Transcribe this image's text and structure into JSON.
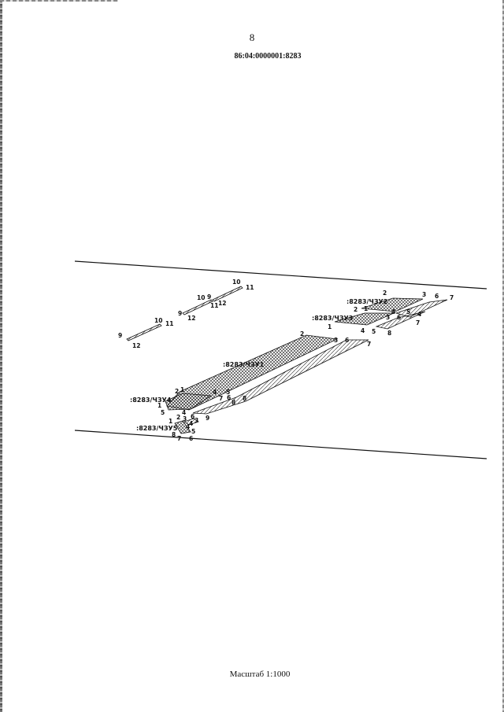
{
  "page": {
    "number": "8",
    "cadastral_number": "86:04:0000001:8283",
    "scale": "Масштаб 1:1000"
  },
  "plots": {
    "chzu1": ":8283/ЧЗУ1",
    "chzu2": ":8283/ЧЗУ2",
    "chzu3": ":8283/ЧЗУ3",
    "chzu4": ":8283/ЧЗУ4",
    "chzu5": ":8283/ЧЗУ5"
  },
  "point_labels": {
    "p1": "1",
    "p2": "2",
    "p3": "3",
    "p4": "4",
    "p5": "5",
    "p6": "6",
    "p7": "7",
    "p8": "8",
    "p9": "9",
    "p10": "10",
    "p11": "11",
    "p12": "12"
  },
  "colors": {
    "line": "#111111",
    "hatch": "#222222",
    "paper": "#ffffff"
  }
}
